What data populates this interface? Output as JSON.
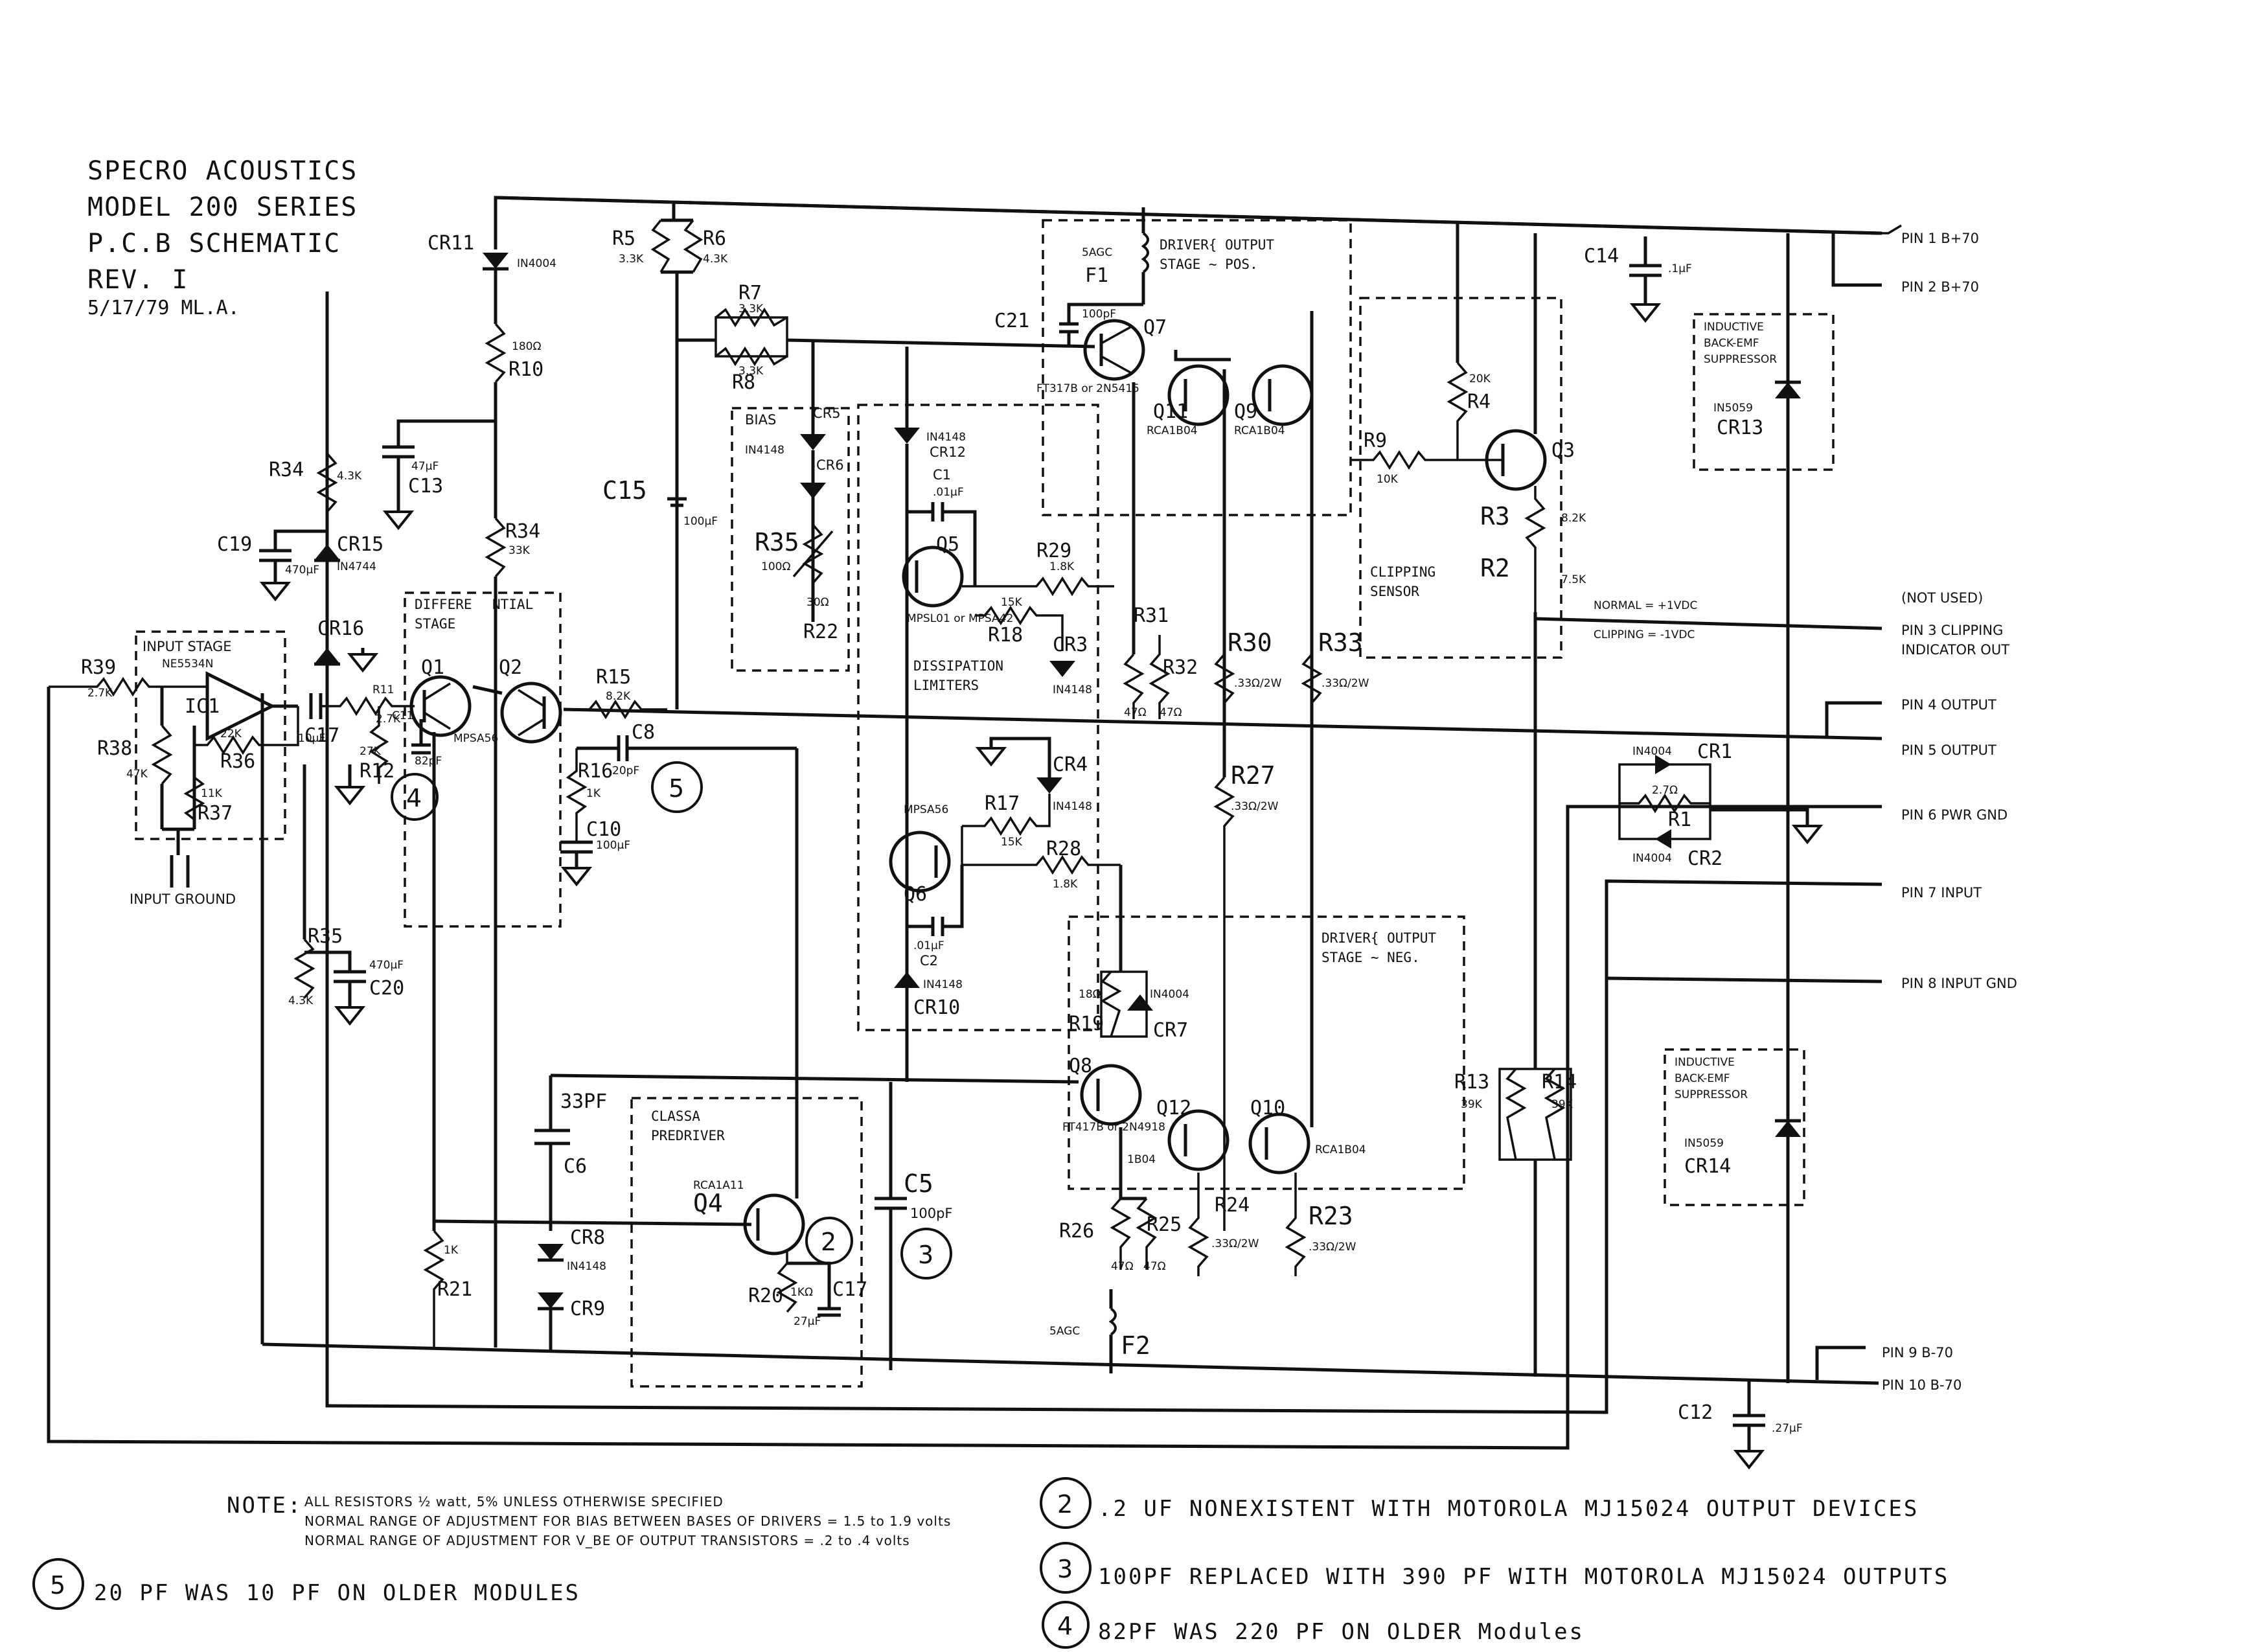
{
  "title": {
    "line1": "SPECRO ACOUSTICS",
    "line2": "MODEL 200 SERIES",
    "line3": "P.C.B SCHEMATIC",
    "line4": "REV. I",
    "line5": "5/17/79  ML.A."
  },
  "blocks": {
    "input_stage": "INPUT STAGE",
    "differential_1": "DIFFERE",
    "differential_2": "NTIAL",
    "differential_3": "STAGE",
    "bias": "BIAS",
    "dissipation_1": "DISSIPATION",
    "dissipation_2": "LIMITERS",
    "driver_pos_1": "DRIVER{ OUTPUT",
    "driver_pos_2": "STAGE ~ POS.",
    "driver_neg_1": "DRIVER{ OUTPUT",
    "driver_neg_2": "STAGE ~ NEG.",
    "clipping_1": "CLIPPING",
    "clipping_2": "SENSOR",
    "classa_1": "CLASSA",
    "classa_2": "PREDRIVER",
    "backemf_1": "INDUCTIVE",
    "backemf_2": "BACK-EMF",
    "backemf_3": "SUPPRESSOR",
    "input_ground": "INPUT GROUND"
  },
  "components": {
    "cr11": "CR11",
    "cr11_val": "IN4004",
    "r5": "R5",
    "r5_val": "3.3K",
    "r6": "R6",
    "r6_val": "4.3K",
    "r7": "R7",
    "r7_val": "3.3K",
    "r8": "R8",
    "r8_val": "3.3K",
    "r10": "R10",
    "r10_val": "180Ω",
    "r34a": "R34",
    "r34a_val": "4.3K",
    "r34b": "R34",
    "r34b_val": "33K",
    "c13": "C13",
    "c13_val": "47μF",
    "c15": "C15",
    "c15_val": "100μF",
    "c19": "C19",
    "c19_val": "470μF",
    "cr15": "CR15",
    "cr15_val": "IN4744",
    "cr16": "CR16",
    "r39": "R39",
    "r39_val": "2.7K",
    "ic1": "IC1",
    "ic1_val": "NE5534N",
    "r38": "R38",
    "r38_val": "47K",
    "r36": "R36",
    "r36_val": "22K",
    "r37": "R37",
    "r37_val": "11K",
    "r11": "R11",
    "r11_val": "2.7K",
    "r12": "R12",
    "r12_val": "27K",
    "c11": "C11",
    "c11_val": "82pF",
    "c17": "C17",
    "c17_val": "10μF",
    "q1": "Q1",
    "q2": "Q2",
    "q2_val": "MPSA56",
    "r15": "R15",
    "r15_val": "8.2K",
    "c8": "C8",
    "c8_val": "20pF",
    "r16": "R16",
    "r16_val": "1K",
    "c10": "C10",
    "c10_val": "100μF",
    "cr5": "CR5",
    "cr6": "CR6",
    "cr_bias_val": "IN4148",
    "r35": "R35",
    "r35_val": "100Ω",
    "r22": "R22",
    "r22_val": "30Ω",
    "cr12": "CR12",
    "cr12_val": "IN4148",
    "c1": "C1",
    "c1_val": ".01μF",
    "q5": "Q5",
    "q5_val": "MPSL01 or MPSA42",
    "r29": "R29",
    "r29_val": "1.8K",
    "r18": "R18",
    "r18_val": "15K",
    "cr3": "CR3",
    "cr3_val": "IN4148",
    "c21": "C21",
    "c21_val": "100pF",
    "q7": "Q7",
    "q7_val": "FT317B or 2N5415",
    "f1": "F1",
    "f1_val": "5AGC",
    "q11": "Q11",
    "q11_val": "RCA1B04",
    "q9": "Q9",
    "q9_val": "RCA1B04",
    "r31": "R31",
    "r31_val": "47Ω",
    "r32": "R32",
    "r32_val": "47Ω",
    "r30": "R30",
    "r30_val": ".33Ω/2W",
    "r33": "R33",
    "r33_val": ".33Ω/2W",
    "r4": "R4",
    "r4_val": "20K",
    "r9": "R9",
    "r9_val": "10K",
    "q3": "Q3",
    "r3": "R3",
    "r3_val": "8.2K",
    "r2": "R2",
    "r2_val": "7.5K",
    "c14": "C14",
    "c14_val": ".1μF",
    "cr13": "CR13",
    "cr13_val": "IN5059",
    "cr4": "CR4",
    "cr4_val": "IN4148",
    "q6": "Q6",
    "q6_val": "MPSA56",
    "r17": "R17",
    "r17_val": "15K",
    "r28": "R28",
    "r28_val": "1.8K",
    "c2": "C2",
    "c2_val": ".01μF",
    "cr10": "CR10",
    "cr10_val": "IN4148",
    "r27": "R27",
    "r27_val": ".33Ω/2W",
    "r35b": "R35",
    "r35b_val": "4.3K",
    "c20": "C20",
    "c20_val": "470μF",
    "r19": "R19",
    "r19_val": "18Ω",
    "cr7": "CR7",
    "cr7_val": "IN4004",
    "q8": "Q8",
    "q8_val": "FT417B or 2N4918",
    "q12": "Q12",
    "q12_val": "1B04",
    "q10": "Q10",
    "q10_val": "RCA1B04",
    "r24": "R24",
    "r24_val": ".33Ω/2W",
    "r23": "R23",
    "r23_val": ".33Ω/2W",
    "r26": "R26",
    "r26_val": "47Ω",
    "r25": "R25",
    "r25_val": "47Ω",
    "f2": "F2",
    "f2_val": "5AGC",
    "c6": "C6",
    "c6_val": "33PF",
    "cr8": "CR8",
    "cr8_val": "IN4148",
    "cr9": "CR9",
    "r21": "R21",
    "r21_val": "1K",
    "q4": "Q4",
    "q4_val": "RCA1A11",
    "r20": "R20",
    "r20_val": "1KΩ",
    "c17b": "C17",
    "c17b_val": "27μF",
    "c5": "C5",
    "c5_val": "100pF",
    "r13": "R13",
    "r13_val": "39K",
    "r14": "R14",
    "r14_val": "39K",
    "cr14": "CR14",
    "cr14_val": "IN5059",
    "c12": "C12",
    "c12_val": ".27μF",
    "cr1": "CR1",
    "cr1_val": "IN4004",
    "r1": "R1",
    "r1_val": "2.7Ω",
    "cr2": "CR2",
    "cr2_val": "IN4004"
  },
  "markers": {
    "m2": "2",
    "m3": "3",
    "m4": "4",
    "m5": "5"
  },
  "pins": {
    "pin1": "PIN 1  B+70",
    "pin2": "PIN 2  B+70",
    "not_used": "(NOT USED)",
    "pin3": "PIN 3  CLIPPING",
    "pin3b": "INDICATOR OUT",
    "normal": "NORMAL = +1VDC",
    "clipping": "CLIPPING = -1VDC",
    "pin4": "PIN 4  OUTPUT",
    "pin5": "PIN 5  OUTPUT",
    "pin6": "PIN 6  PWR GND",
    "pin7": "PIN 7  INPUT",
    "pin8": "PIN 8  INPUT GND",
    "pin9": "PIN 9  B-70",
    "pin10": "PIN 10  B-70"
  },
  "notes": {
    "label": "NOTE:",
    "line1": "ALL RESISTORS ½ watt, 5% UNLESS OTHERWISE SPECIFIED",
    "line2": "NORMAL RANGE OF ADJUSTMENT FOR BIAS BETWEEN BASES OF DRIVERS = 1.5 to 1.9 volts",
    "line3": "NORMAL RANGE OF ADJUSTMENT FOR V_BE OF OUTPUT TRANSISTORS = .2 to .4 volts",
    "n2": ".2 UF  NONEXISTENT  WITH  MOTOROLA  MJ15024  OUTPUT  DEVICES",
    "n3": "100PF  REPLACED  WITH  390 PF  WITH  MOTOROLA  MJ15024  OUTPUTS",
    "n4": "82PF  WAS  220 PF  ON  OLDER  Modules",
    "n5": "20 PF  WAS  10 PF  ON  OLDER  MODULES"
  }
}
